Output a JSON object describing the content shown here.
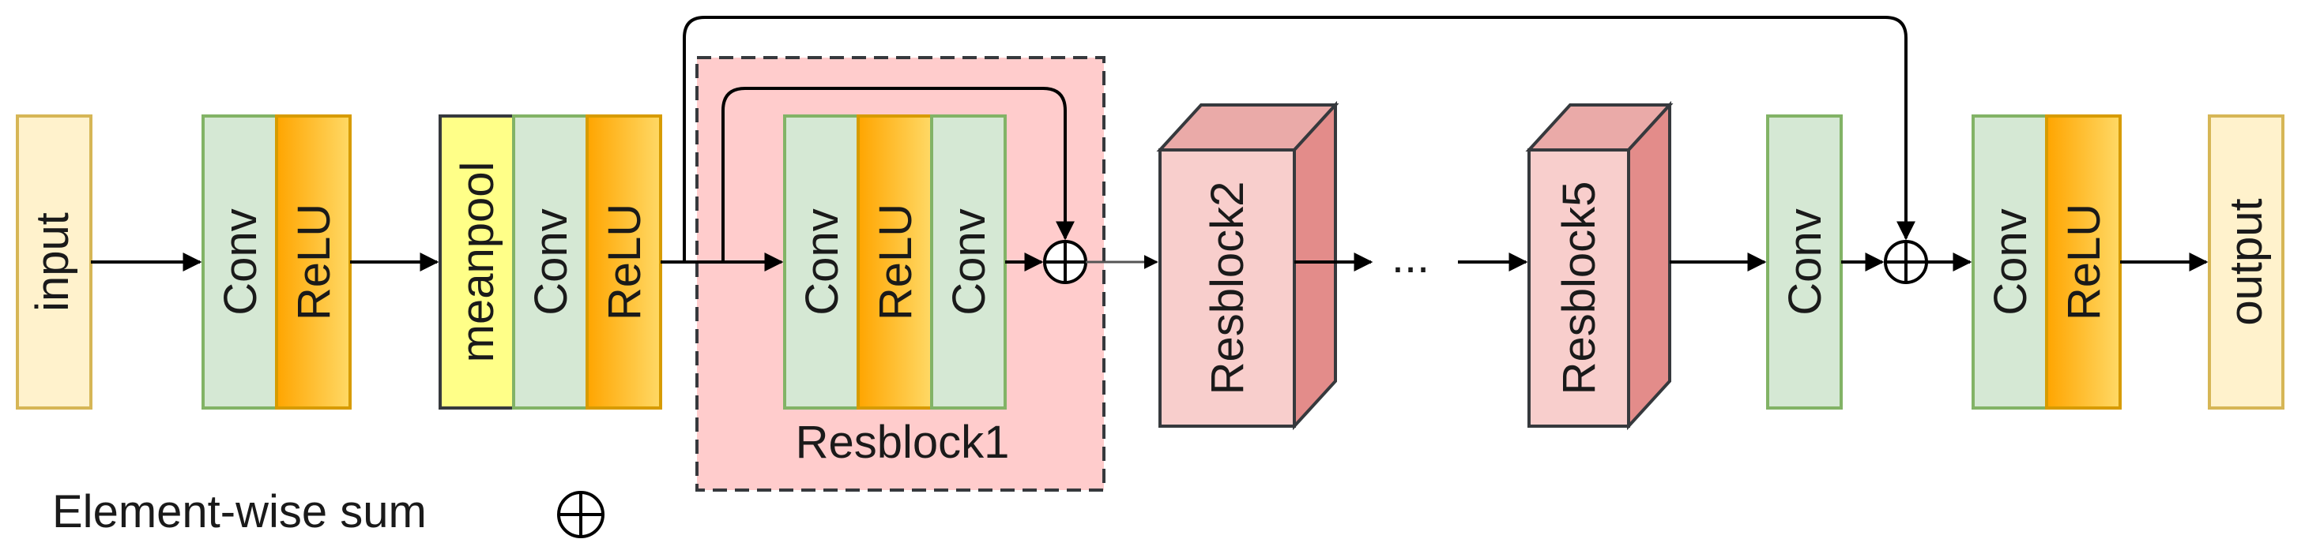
{
  "blocks": {
    "input": "input",
    "conv1": "Conv",
    "relu1": "ReLU",
    "meanpool": "meanpool",
    "conv2": "Conv",
    "relu2": "ReLU",
    "rb_conv_a": "Conv",
    "rb_relu": "ReLU",
    "rb_conv_b": "Conv",
    "resblock1": "Resblock1",
    "resblock2": "Resblock2",
    "ellipsis": "...",
    "resblock5": "Resblock5",
    "conv3": "Conv",
    "conv4": "Conv",
    "relu3": "ReLU",
    "output": "output"
  },
  "legend": {
    "label": "Element-wise sum"
  },
  "colors": {
    "conv_fill": "#d5e8d4",
    "conv_stroke": "#82b366",
    "relu_fill_top": "#ffa500",
    "relu_fill_bottom": "#ffd966",
    "relu_stroke": "#d79b00",
    "meanpool_fill": "#ffff88",
    "meanpool_stroke": "#36393d",
    "io_fill": "#fff2cc",
    "io_stroke": "#d6b656",
    "resblock_fill": "#f8cecc",
    "resblock_stroke": "#36393d",
    "resblock1_fill": "#ffcccc"
  }
}
